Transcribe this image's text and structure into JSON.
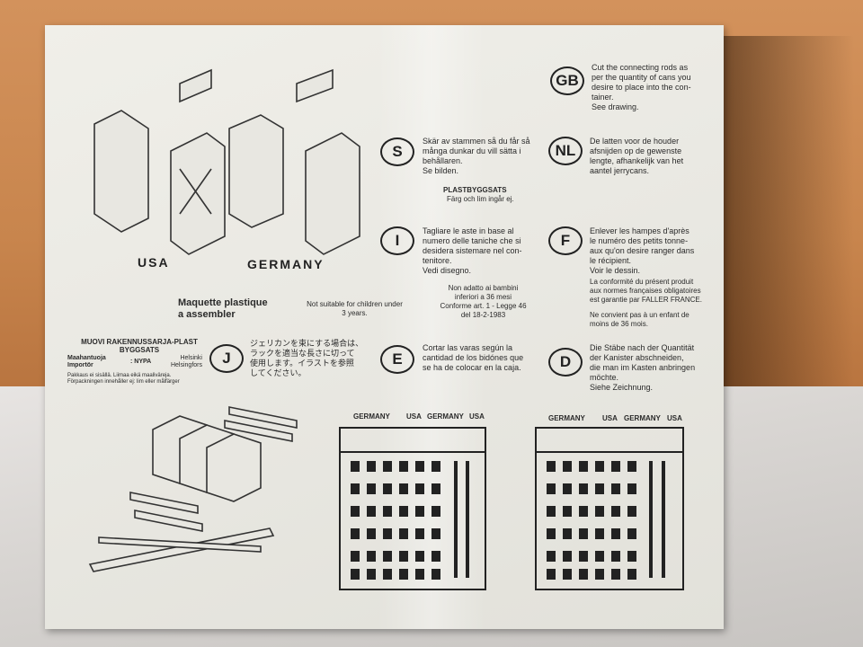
{
  "scene": {
    "wall_color": "#c98a55",
    "cloth_color": "#e0ddda",
    "box_color": "#eceae4"
  },
  "box": {
    "country_labels": {
      "usa": "USA",
      "germany": "GERMANY"
    },
    "maquette": {
      "title": "Maquette plastique\na assembler",
      "note": "Not suitable for children under\n3 years."
    },
    "muovi": {
      "title": "MUOVI RAKENNUSSARJA-PLAST\nBYGGSATS",
      "row1_label": "Maahantuoja\nImportör",
      "row1_mid": ": NYPA",
      "row1_right": "Helsinki\nHelsingfors",
      "small": "Pakkaus ei sisällä. Liimaa eikä maaliväreja.\nFörpackningen innehåller ej: lim eller målfärger"
    },
    "sections": [
      {
        "code": "GB",
        "text": "Cut the connecting rods as\nper the quantity of cans you\ndesire to place into the con-\ntainer.\nSee drawing."
      },
      {
        "code": "S",
        "text": "Skär av stammen så du får så\nmånga dunkar du vill sätta i\nbehållaren.\nSe bilden."
      },
      {
        "code": "NL",
        "text": "De latten voor de houder\nafsnijden op de gewenste\nlengte, afhankelijk van het\naantel jerrycans."
      },
      {
        "code": "I",
        "text": "Tagliare le aste in base al\nnumero delle taniche che si\ndesidera sistemare nel con-\ntenitore.\nVedi disegno."
      },
      {
        "code": "F",
        "text": "Enlever les hampes d'après\nle numéro des petits tonne-\naux qu'on desire ranger dans\nle récipient.\nVoir le dessin."
      },
      {
        "code": "J",
        "text": "ジェリカンを束にする場合は、\nラックを適当な長さに切って\n使用します。イラストを参照\nしてください。"
      },
      {
        "code": "E",
        "text": "Cortar las varas según la\ncantidad de los bidónes que\nse ha de colocar en la caja."
      },
      {
        "code": "D",
        "text": "Die Stäbe nach der Quantität\nder Kanister abschneiden,\ndie man im Kasten anbringen\nmöchte.\nSiehe Zeichnung."
      }
    ],
    "plastbyggsats": {
      "title": "PLASTBYGGSATS",
      "note": "Färg och lim ingår ej."
    },
    "italy_note": "Non adatto ai bambini\ninferiori a 36 mesi\nConforme art. 1 - Legge 46\ndel 18-2-1983",
    "france_note": "La conformité du présent produit\naux normes françaises obligatoires\nest garantie par FALLER FRANCE.",
    "france_age": "Ne convient pas à un enfant de\nmoins de 36 mois.",
    "sprue_labels": [
      "GERMANY",
      "USA",
      "GERMANY",
      "USA"
    ]
  }
}
